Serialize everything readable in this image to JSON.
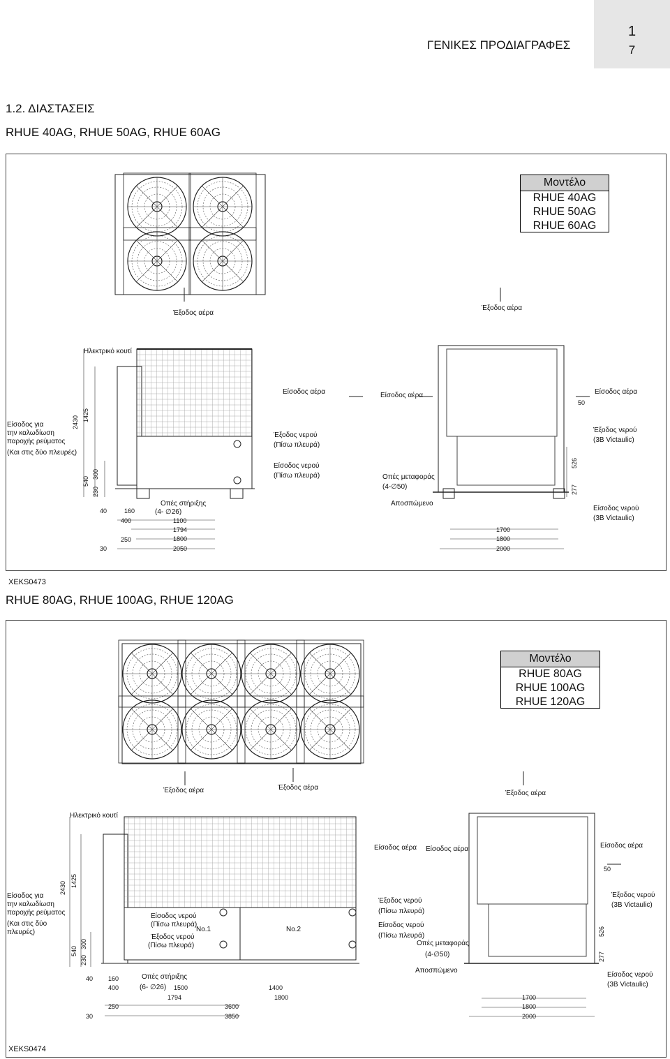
{
  "header": {
    "title": "ΓΕΝΙΚΕΣ ΠΡΟΔΙΑΓΡΑΦΕΣ",
    "chapter": "1",
    "page": "7"
  },
  "section": {
    "heading": "1.2. ΔΙΑΣΤΑΣΕΙΣ",
    "sub1": "RHUE 40AG, RHUE 50AG, RHUE 60AG",
    "sub2": "RHUE 80AG, RHUE 100AG, RHUE 120AG"
  },
  "fig1": {
    "code": "XEKS0473",
    "model_header": "Μοντέλο",
    "models": [
      "RHUE 40AG",
      "RHUE 50AG",
      "RHUE 60AG"
    ],
    "air_out": "Έξοδος αέρα",
    "air_in": "Είσοδος αέρα",
    "elec_box": "Ηλεκτρικό κουτί",
    "power_1": "Είσοδος για",
    "power_2": "την καλωδίωση",
    "power_3": "παροχής ρεύματος",
    "power_4": "(Και στις δύο πλευρές)",
    "water_out": "Έξοδος νερού",
    "water_in": "Είσοδος νερού",
    "rear": "(Πίσω πλευρά)",
    "victaulic": "(3B Victaulic)",
    "mount_holes": "Οπές στήριξης",
    "mount_spec": "(4- ∅26)",
    "transport_holes": "Οπές μεταφοράς",
    "transport_spec": "(4-∅50)",
    "removable": "Αποσπώμενο",
    "dims": {
      "d2430": "2430",
      "d1425": "1425",
      "d540": "540",
      "d300": "300",
      "d230": "230",
      "d40": "40",
      "d160": "160",
      "d400": "400",
      "d250": "250",
      "d30": "30",
      "d1100": "1100",
      "d1794": "1794",
      "d1800": "1800",
      "d2050": "2050",
      "d50": "50",
      "d526": "526",
      "d277": "277",
      "d1700": "1700",
      "d1800b": "1800",
      "d2000": "2000"
    }
  },
  "fig2": {
    "code": "XEKS0474",
    "model_header": "Μοντέλο",
    "models": [
      "RHUE   80AG",
      "RHUE 100AG",
      "RHUE 120AG"
    ],
    "air_out": "Έξοδος αέρα",
    "air_in": "Είσοδος αέρα",
    "elec_box": "Ηλεκτρικό κουτί",
    "power_1": "Είσοδος για",
    "power_2": "την καλωδίωση",
    "power_3": "παροχής ρεύματος",
    "power_4": "(Και στις δύο",
    "power_5": "πλευρές)",
    "water_out": "Έξοδος νερού",
    "water_in": "Είσοδος νερού",
    "rear": "(Πίσω πλευρά)",
    "victaulic": "(3B Victaulic)",
    "no1": "No.1",
    "no2": "No.2",
    "mount_holes": "Οπές στήριξης",
    "mount_spec": "(6- ∅26)",
    "transport_holes": "Οπές μεταφοράς",
    "transport_spec": "(4-∅50)",
    "removable": "Αποσπώμενο",
    "dims": {
      "d2430": "2430",
      "d1425": "1425",
      "d540": "540",
      "d300": "300",
      "d230": "230",
      "d40": "40",
      "d160": "160",
      "d400": "400",
      "d250": "250",
      "d30": "30",
      "d1500": "1500",
      "d1794": "1794",
      "d1400": "1400",
      "d1800": "1800",
      "d3600": "3600",
      "d3850": "3850",
      "d50": "50",
      "d526": "526",
      "d277": "277",
      "d1700": "1700",
      "d1800b": "1800",
      "d2000": "2000"
    }
  }
}
